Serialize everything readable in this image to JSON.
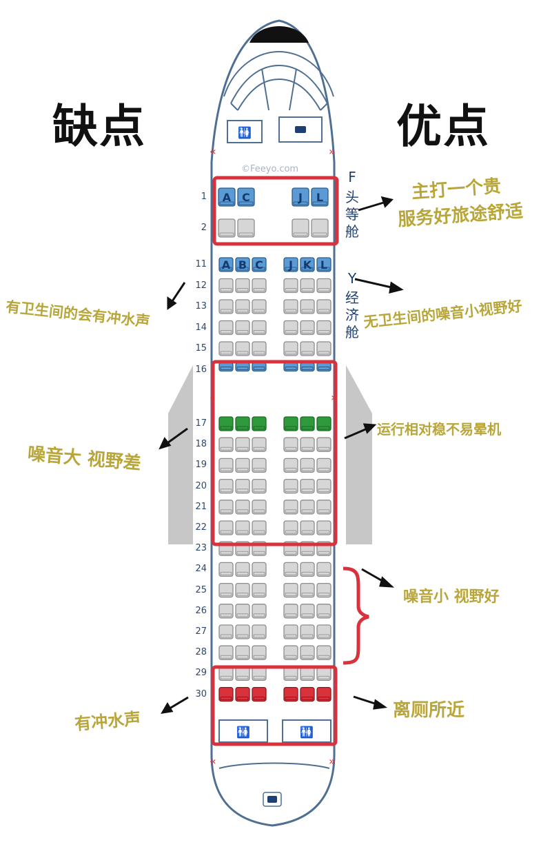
{
  "headings": {
    "cons": "缺点",
    "pros": "优点"
  },
  "watermark": "©Feeyo.com",
  "cabins": [
    {
      "code": "F",
      "name": "头等舱",
      "chars": [
        "头",
        "等",
        "舱"
      ]
    },
    {
      "code": "Y",
      "name": "经济舱",
      "chars": [
        "经",
        "济",
        "舱"
      ]
    }
  ],
  "first_class": {
    "left_letters": [
      "A",
      "C"
    ],
    "right_letters": [
      "J",
      "L"
    ],
    "rows": [
      "1",
      "2"
    ]
  },
  "economy": {
    "left_letters": [
      "A",
      "B",
      "C"
    ],
    "right_letters": [
      "J",
      "K",
      "L"
    ],
    "rows": [
      "11",
      "12",
      "13",
      "14",
      "15",
      "16",
      "17",
      "18",
      "19",
      "20",
      "21",
      "22",
      "23",
      "24",
      "25",
      "26",
      "27",
      "28",
      "29",
      "30"
    ],
    "blue_row": "16",
    "green_row": "17",
    "red_row": "30"
  },
  "annotations": {
    "first_pro_line1": "主打一个贵",
    "first_pro_line2": "服务好旅途舒适",
    "front_con": "有卫生间的会有冲水声",
    "front_pro": "无卫生间的噪音小视野好",
    "wing_con": "噪音大 视野差",
    "wing_pro": "运行相对稳不易晕机",
    "rear_pro": "噪音小 视野好",
    "back_con": "有冲水声",
    "back_pro": "离厕所近"
  },
  "colors": {
    "highlight": "#d8323c",
    "annotation": "#b8a63a",
    "seat_blue": "#5b9bd5",
    "seat_green": "#2e9a3b",
    "seat_red": "#d8323c",
    "seat_gray": "#d6d6d6",
    "fuselage": "#4e6f92"
  }
}
